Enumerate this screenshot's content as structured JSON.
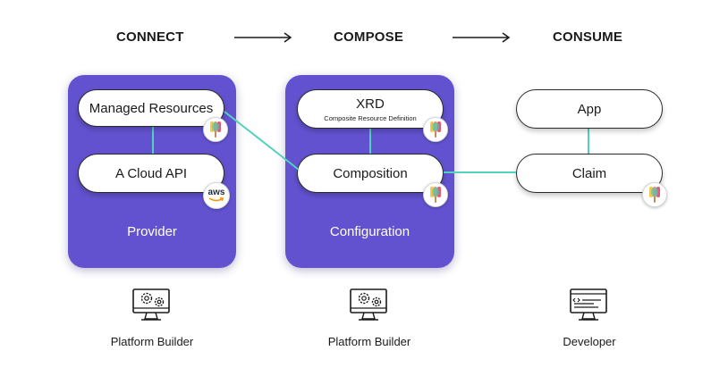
{
  "stages": {
    "connect": "CONNECT",
    "compose": "COMPOSE",
    "consume": "CONSUME"
  },
  "provider_card": {
    "label": "Provider",
    "managed_resources": "Managed Resources",
    "cloud_api": "A Cloud API",
    "aws_badge": "aws"
  },
  "configuration_card": {
    "label": "Configuration",
    "xrd_title": "XRD",
    "xrd_subtitle": "Composite Resource Definition",
    "composition": "Composition"
  },
  "consume_nodes": {
    "app": "App",
    "claim": "Claim"
  },
  "personas": {
    "connect": "Platform Builder",
    "compose": "Platform Builder",
    "consume": "Developer"
  },
  "colors": {
    "card_purple": "#6252cf",
    "connector_teal": "#52d1c0"
  },
  "icons": {
    "crossplane_logo": "crossplane-logo-icon",
    "aws_logo": "aws-logo-icon",
    "builder_workstation": "monitor-gears-icon",
    "developer_workstation": "monitor-code-icon"
  }
}
